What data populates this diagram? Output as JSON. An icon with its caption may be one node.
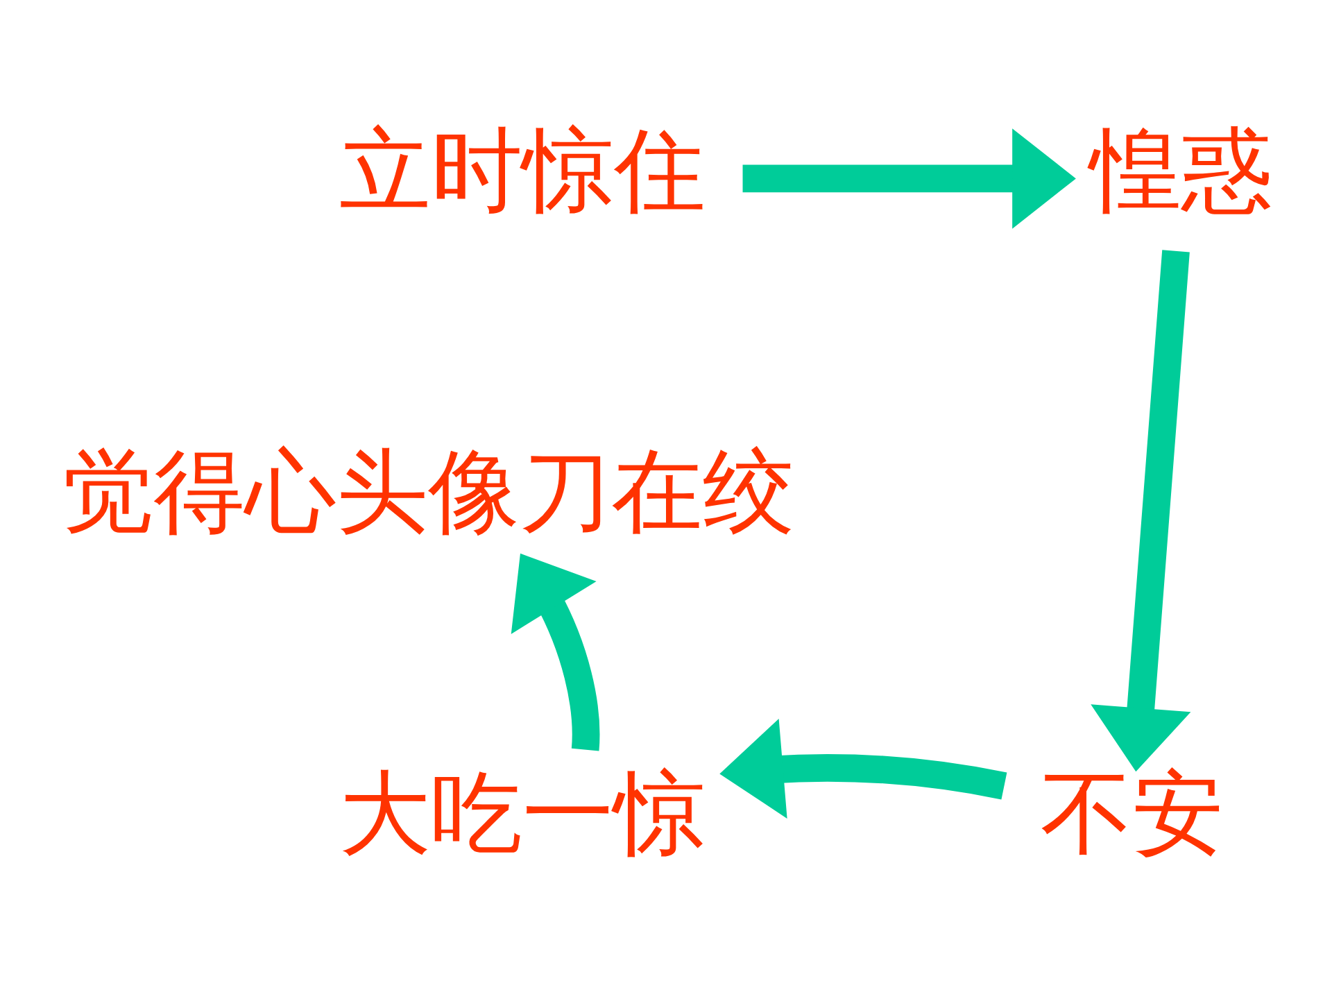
{
  "diagram": {
    "nodes": [
      {
        "text": [
          "立时惊住"
        ]
      },
      {
        "text": [
          "惶惑"
        ]
      },
      {
        "text": [
          "不安"
        ]
      },
      {
        "text": [
          "大吃一惊"
        ]
      },
      {
        "text": [
          "觉得心头像刀在绞"
        ]
      }
    ],
    "edges": [
      {
        "from": 0,
        "to": 1,
        "arrow": "to"
      },
      {
        "from": 1,
        "to": 2,
        "arrow": "to"
      },
      {
        "from": 2,
        "to": 3,
        "arrow": "to"
      },
      {
        "from": 3,
        "to": 4,
        "arrow": "to"
      }
    ]
  }
}
